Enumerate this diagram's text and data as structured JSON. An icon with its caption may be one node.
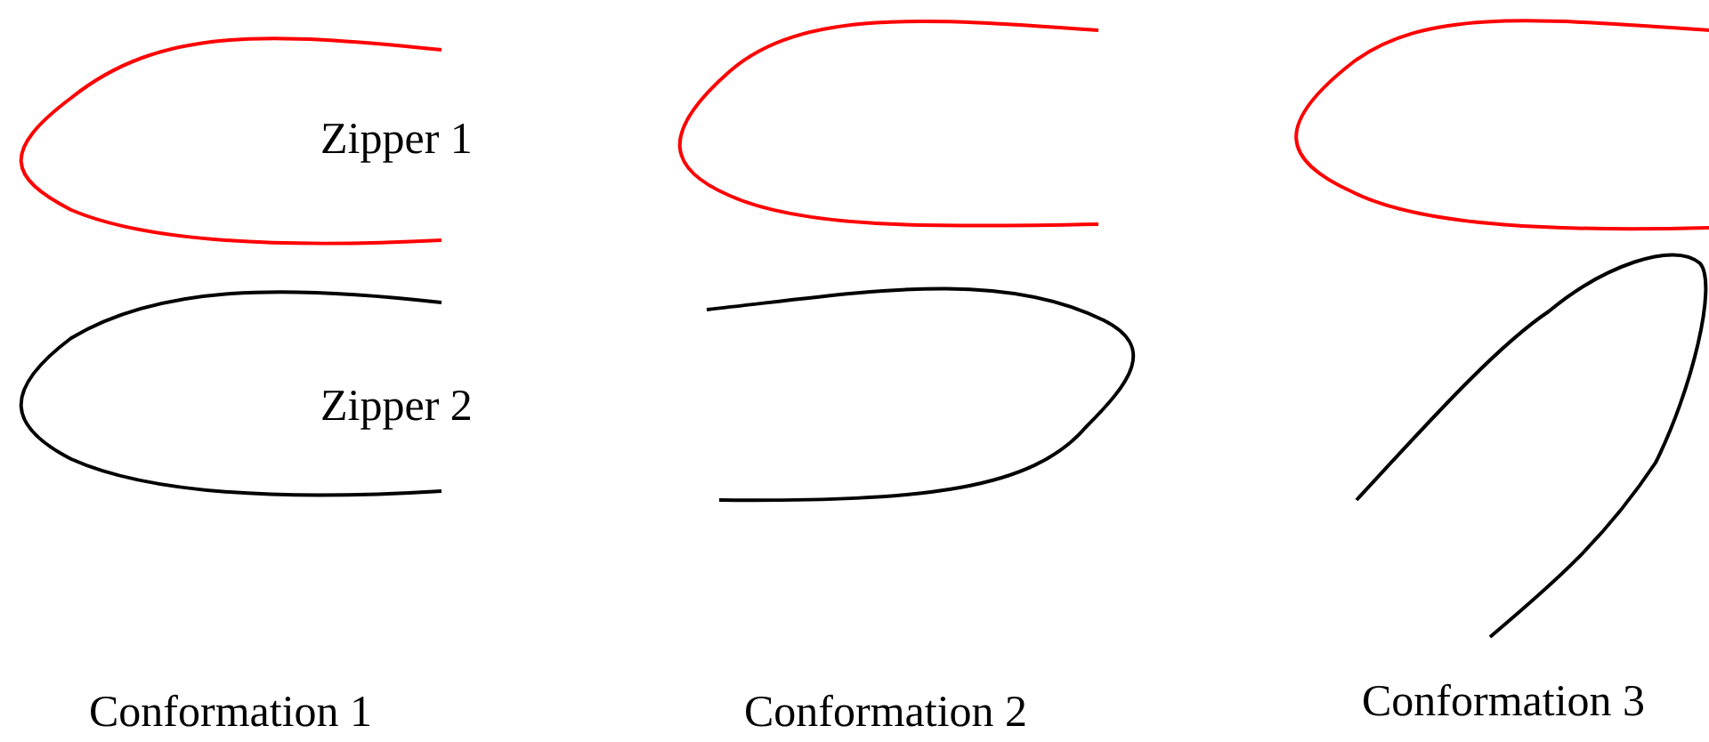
{
  "diagram": {
    "labels": [
      "Zipper 1",
      "Zipper 2",
      "Conformation 1",
      "Conformation 2",
      "Conformation 3"
    ]
  }
}
